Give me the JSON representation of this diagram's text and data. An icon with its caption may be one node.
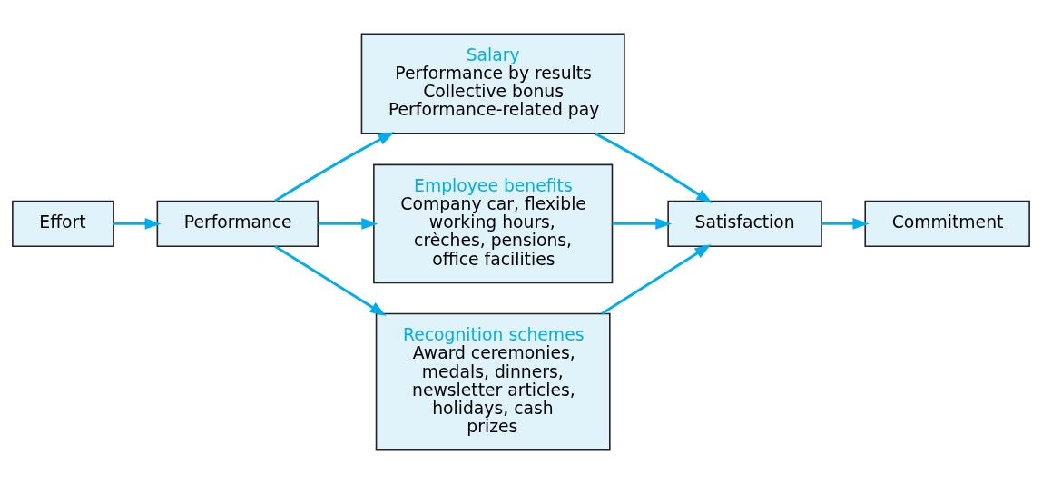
{
  "diagram": {
    "nodes": [
      {
        "text": [
          "Effort"
        ]
      },
      {
        "text": [
          "Performance"
        ]
      },
      {
        "text": [
          "Salary",
          "Performance by results",
          "Collective bonus",
          "Performance-related pay"
        ]
      },
      {
        "text": [
          "Employee benefits",
          "Company car, flexible working hours, crèches, pensions, office facilities"
        ]
      },
      {
        "text": [
          "Recognition schemes",
          "Award ceremonies, medals, dinners, newsletter articles, holidays, cash prizes"
        ]
      },
      {
        "text": [
          "Satisfaction"
        ]
      },
      {
        "text": [
          "Commitment"
        ]
      }
    ],
    "edges": [
      {
        "from": 0,
        "to": 1,
        "arrow": "to"
      },
      {
        "from": 1,
        "to": 2,
        "arrow": "to"
      },
      {
        "from": 1,
        "to": 3,
        "arrow": "to"
      },
      {
        "from": 1,
        "to": 4,
        "arrow": "to"
      },
      {
        "from": 2,
        "to": 5,
        "arrow": "to"
      },
      {
        "from": 3,
        "to": 5,
        "arrow": "to"
      },
      {
        "from": 4,
        "to": 5,
        "arrow": "to"
      },
      {
        "from": 5,
        "to": 6,
        "arrow": "to"
      }
    ]
  }
}
